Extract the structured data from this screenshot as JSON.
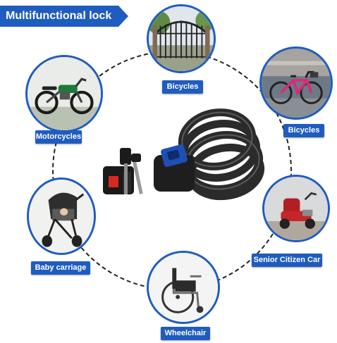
{
  "banner": {
    "title": "Multifunctional lock"
  },
  "items": [
    {
      "id": "gate",
      "label": "Bicycles",
      "icon": "iron-gate"
    },
    {
      "id": "motorcycle",
      "label": "Motorcycles",
      "icon": "motorcycle"
    },
    {
      "id": "bicycle",
      "label": "Bicycles",
      "icon": "bicycle"
    },
    {
      "id": "baby-carriage",
      "label": "Baby carriage",
      "icon": "stroller"
    },
    {
      "id": "senior-car",
      "label": "Senior Citizen Car",
      "icon": "mobility-scooter"
    },
    {
      "id": "wheelchair",
      "label": "Wheelchair",
      "icon": "wheelchair"
    }
  ],
  "colors": {
    "accent": "#1f5cbf",
    "ring": "#222222",
    "cable": "#2b2b2b",
    "lock_blue": "#1e4fb3",
    "lock_red": "#d9281f"
  }
}
